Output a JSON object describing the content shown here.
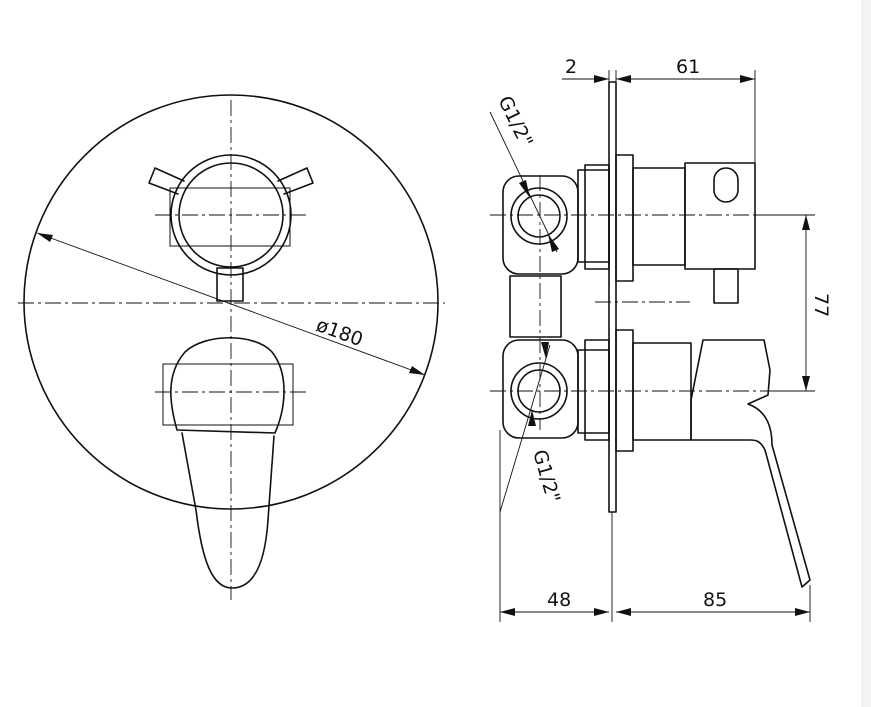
{
  "dimensions": {
    "wall_offset": "2",
    "body_depth": "61",
    "diameter": "ø180",
    "thread_top": "G1/2\"",
    "thread_bottom": "G1/2\"",
    "spacing": "77",
    "rear_depth": "48",
    "front_depth": "85"
  },
  "colors": {
    "line": "#111111",
    "background": "#ffffff"
  }
}
